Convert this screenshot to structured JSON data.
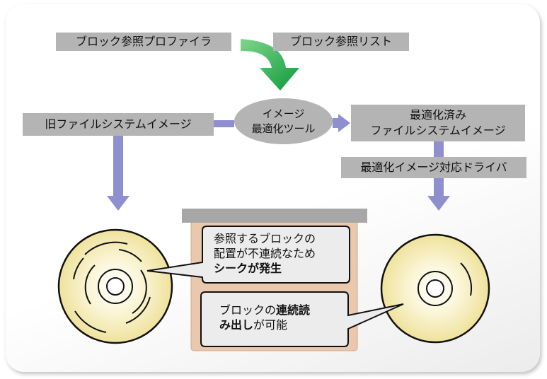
{
  "labels": {
    "block_ref_profiler": "ブロック参照プロファイラ",
    "block_ref_list": "ブロック参照リスト",
    "old_fs_image": "旧ファイルシステムイメージ",
    "image_opt_tool_line1": "イメージ",
    "image_opt_tool_line2": "最適化ツール",
    "optimized_fs_image_line1": "最適化済み",
    "optimized_fs_image_line2": "ファイルシステムイメージ",
    "opt_image_driver": "最適化イメージ対応ドライバ"
  },
  "bubbles": {
    "seek": {
      "line1": "参照するブロックの",
      "line2": "配置が不連続なため",
      "line3_bold": "シークが発生"
    },
    "sequential": {
      "line1_normal": "ブロックの",
      "line1_bold": "連続読",
      "line2_bold": "み出し",
      "line2_normal": "が可能"
    }
  },
  "colors": {
    "label_gray": "#b4b4b4",
    "arrow_purple": "#8f8fcf",
    "arrow_green": "#1aa64a",
    "back_panel": "#e9c8ae",
    "disk_yellow": "#f1e5a6"
  }
}
